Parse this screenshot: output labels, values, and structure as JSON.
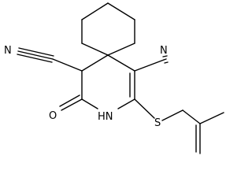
{
  "molecule": {
    "atoms": {
      "n_left": "N",
      "n_right": "N",
      "oxygen": "O",
      "nh": "HN",
      "sulfur": "S"
    },
    "colors": {
      "ink": "#000000",
      "background": "#ffffff"
    }
  }
}
